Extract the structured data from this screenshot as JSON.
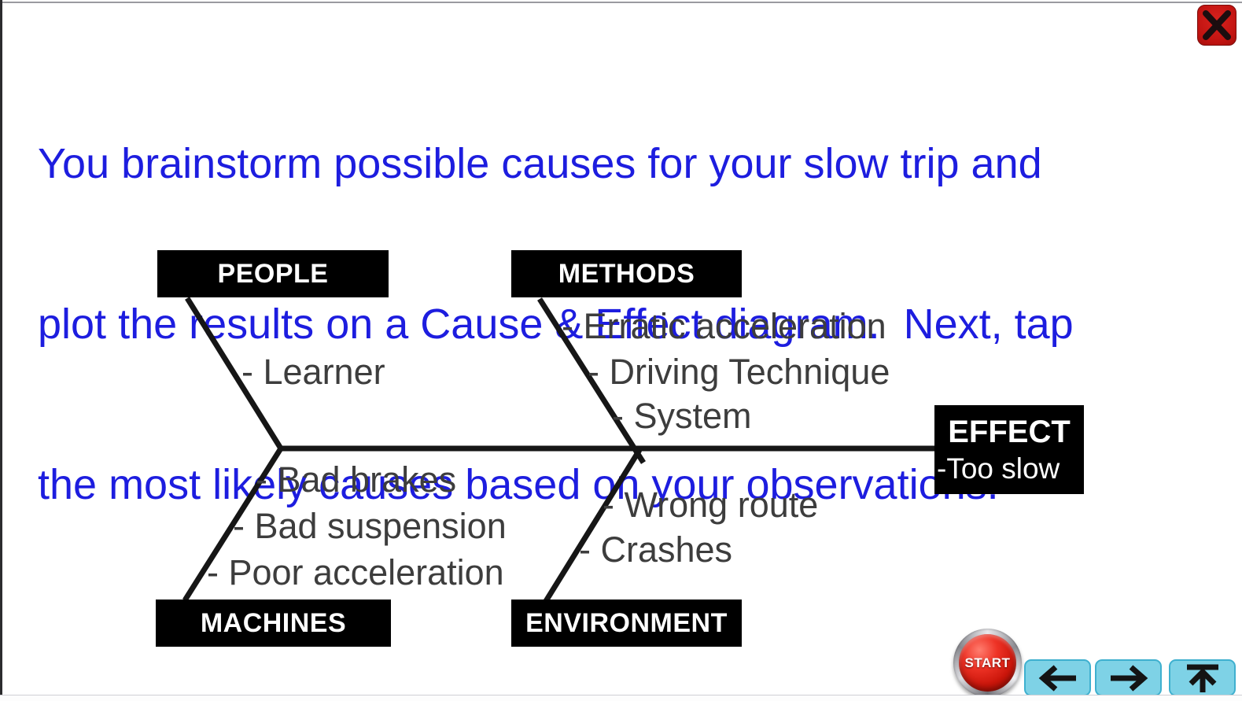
{
  "instruction": {
    "lines": [
      "You brainstorm possible causes for your slow trip and",
      "plot the results on a Cause & Effect diagram.  Next, tap",
      "the most likely causes based on your observations."
    ],
    "color": "#1d1ddf"
  },
  "chart_data": {
    "type": "fishbone-cause-effect",
    "effect": {
      "label": "EFFECT",
      "value": "-Too slow"
    },
    "branches": [
      {
        "label": "PEOPLE",
        "position": "top-left",
        "causes": [
          "- Learner"
        ]
      },
      {
        "label": "METHODS",
        "position": "top-right",
        "causes": [
          "- Erratic acceleration",
          "- Driving Technique",
          "- System"
        ]
      },
      {
        "label": "MACHINES",
        "position": "bottom-left",
        "causes": [
          "- Bad brakes",
          "- Bad suspension",
          "- Poor acceleration"
        ]
      },
      {
        "label": "ENVIRONMENT",
        "position": "bottom-right",
        "causes": [
          "- Wrong route",
          "- Crashes"
        ]
      }
    ],
    "colors": {
      "category_box_bg": "#000000",
      "category_box_text": "#ffffff",
      "bone_line": "#161616",
      "cause_text": "#3d3d3d"
    }
  },
  "controls": {
    "close": {
      "icon": "close-icon",
      "bg_color": "#c01310"
    },
    "start": {
      "label": "START",
      "bg_color": "#ca150a"
    },
    "nav": [
      {
        "icon": "back-arrow-icon"
      },
      {
        "icon": "forward-arrow-icon"
      },
      {
        "icon": "top-arrow-icon"
      }
    ],
    "nav_bg_color": "#7ed2e6",
    "nav_border_color": "#3fb0cf"
  }
}
